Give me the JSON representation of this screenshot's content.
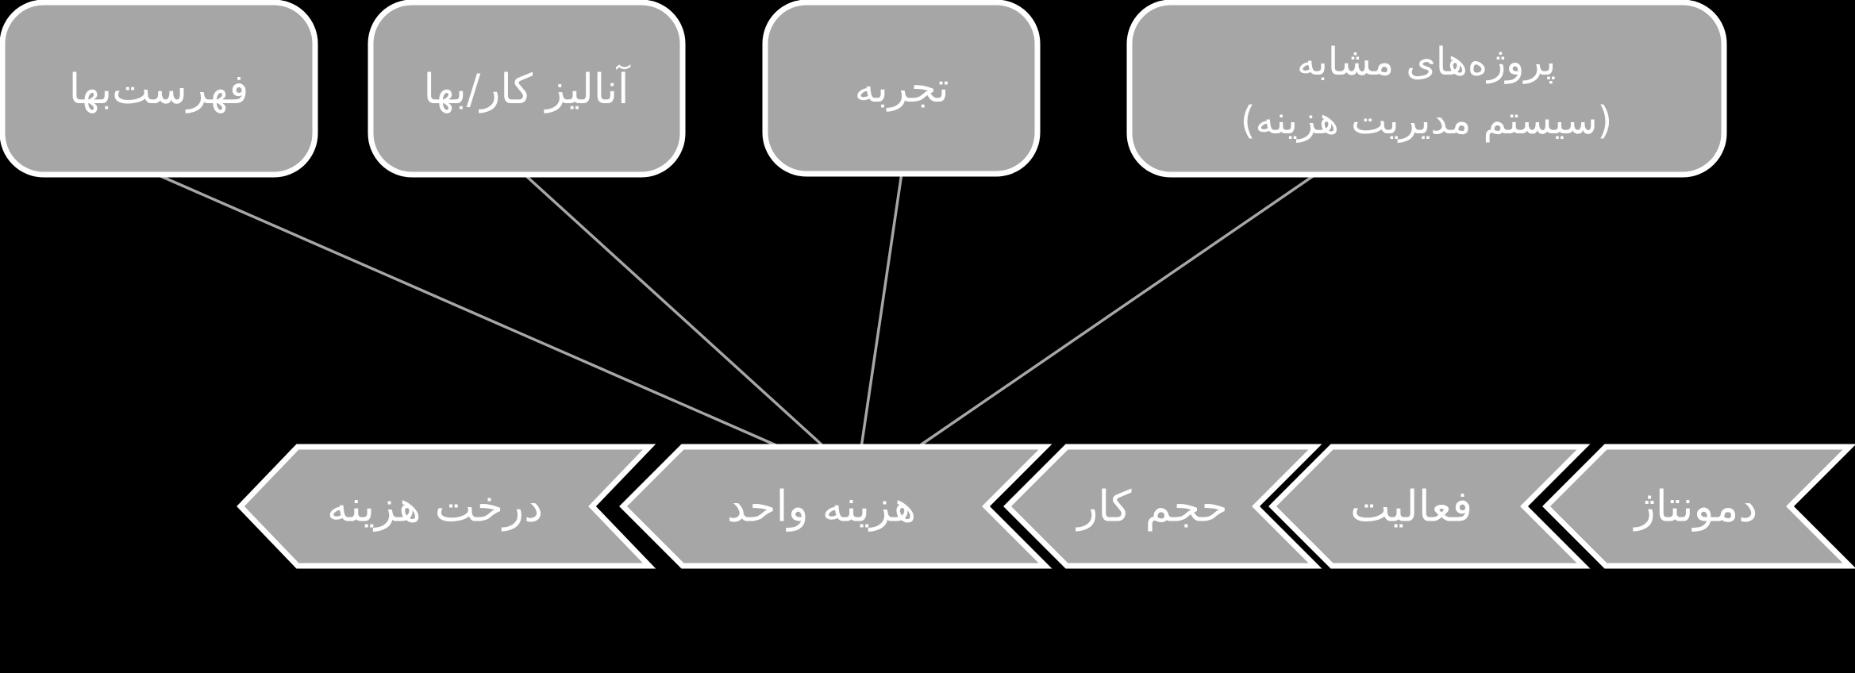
{
  "colors": {
    "background": "#000000",
    "shape_fill": "#a6a6a6",
    "shape_border": "#ffffff",
    "connector": "#a6a6a6",
    "text": "#ffffff"
  },
  "source_boxes": [
    {
      "label": "فهرست‌بها"
    },
    {
      "label": "آنالیز کار/بها"
    },
    {
      "label": "تجربه"
    },
    {
      "label_line1": "پروژه‌های مشابه",
      "label_line2": "(سیستم مدیریت هزینه)"
    }
  ],
  "flow_steps_rtl": [
    {
      "label": "دمونتاژ"
    },
    {
      "label": "فعالیت"
    },
    {
      "label": "حجم کار"
    },
    {
      "label": "هزینه واحد"
    },
    {
      "label": "درخت هزینه"
    }
  ]
}
